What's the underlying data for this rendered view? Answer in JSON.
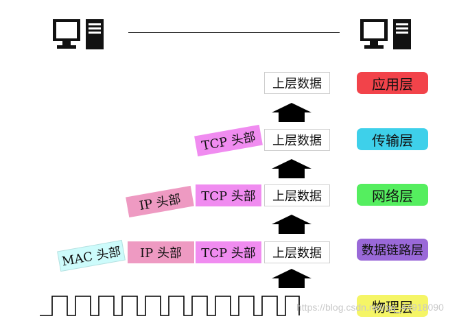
{
  "diagram": {
    "layers": [
      {
        "label": "应用层",
        "color": "#f2434a"
      },
      {
        "label": "传输层",
        "color": "#3ed0ea"
      },
      {
        "label": "网络层",
        "color": "#55ee5f"
      },
      {
        "label": "数据链路层",
        "color": "#9a69d8"
      },
      {
        "label": "物理层",
        "color": "#f5f566"
      }
    ],
    "data_label": "上层数据",
    "tcp_header": "TCP 头部",
    "ip_header": "IP 头部",
    "mac_header": "MAC 头部",
    "watermark": "https://blog.csdn.net/qq_44918090"
  }
}
